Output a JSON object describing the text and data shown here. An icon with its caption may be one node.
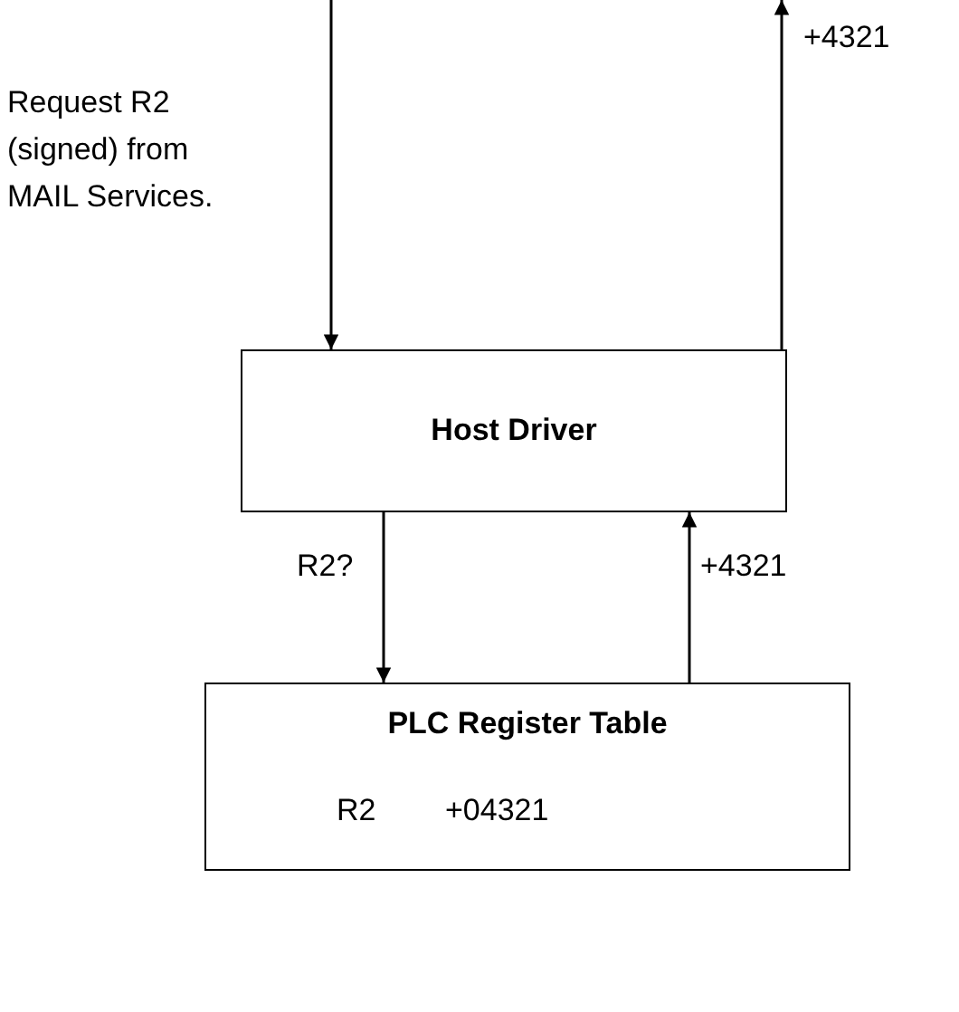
{
  "diagram": {
    "nodes": [
      {
        "text": [
          "Host Driver"
        ]
      },
      {
        "text": [
          "PLC Register Table",
          "R2",
          "+04321"
        ]
      }
    ],
    "edges": [
      {
        "from": null,
        "to": 0,
        "arrow": "to",
        "label": "Request R2 (signed) from MAIL Services."
      },
      {
        "from": 0,
        "to": null,
        "arrow": "to",
        "label": "+4321"
      },
      {
        "from": 0,
        "to": 1,
        "arrow": "to",
        "label": "R2?"
      },
      {
        "from": 1,
        "to": 0,
        "arrow": "to",
        "label": "+4321"
      }
    ]
  }
}
